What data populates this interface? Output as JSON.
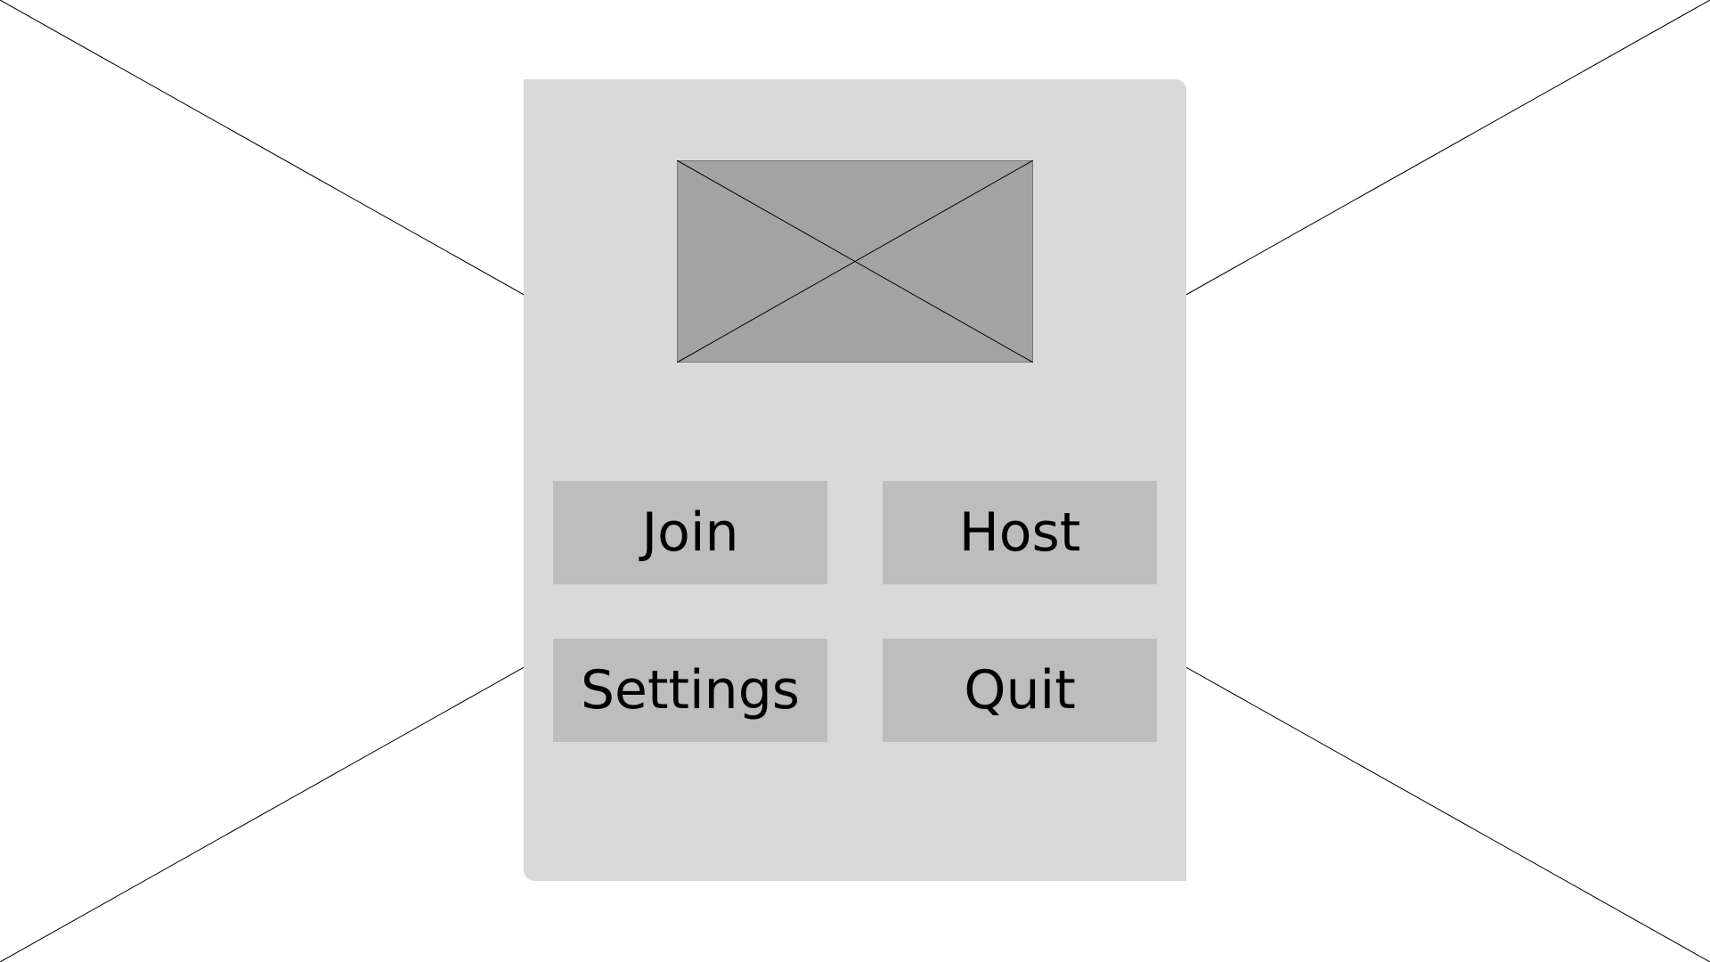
{
  "menu": {
    "buttons": {
      "join": "Join",
      "host": "Host",
      "settings": "Settings",
      "quit": "Quit"
    },
    "logo_icon": "image-placeholder-icon"
  },
  "colors": {
    "panel": "#d9d9d9",
    "logo": "#a3a3a3",
    "button": "#bdbdbd"
  }
}
